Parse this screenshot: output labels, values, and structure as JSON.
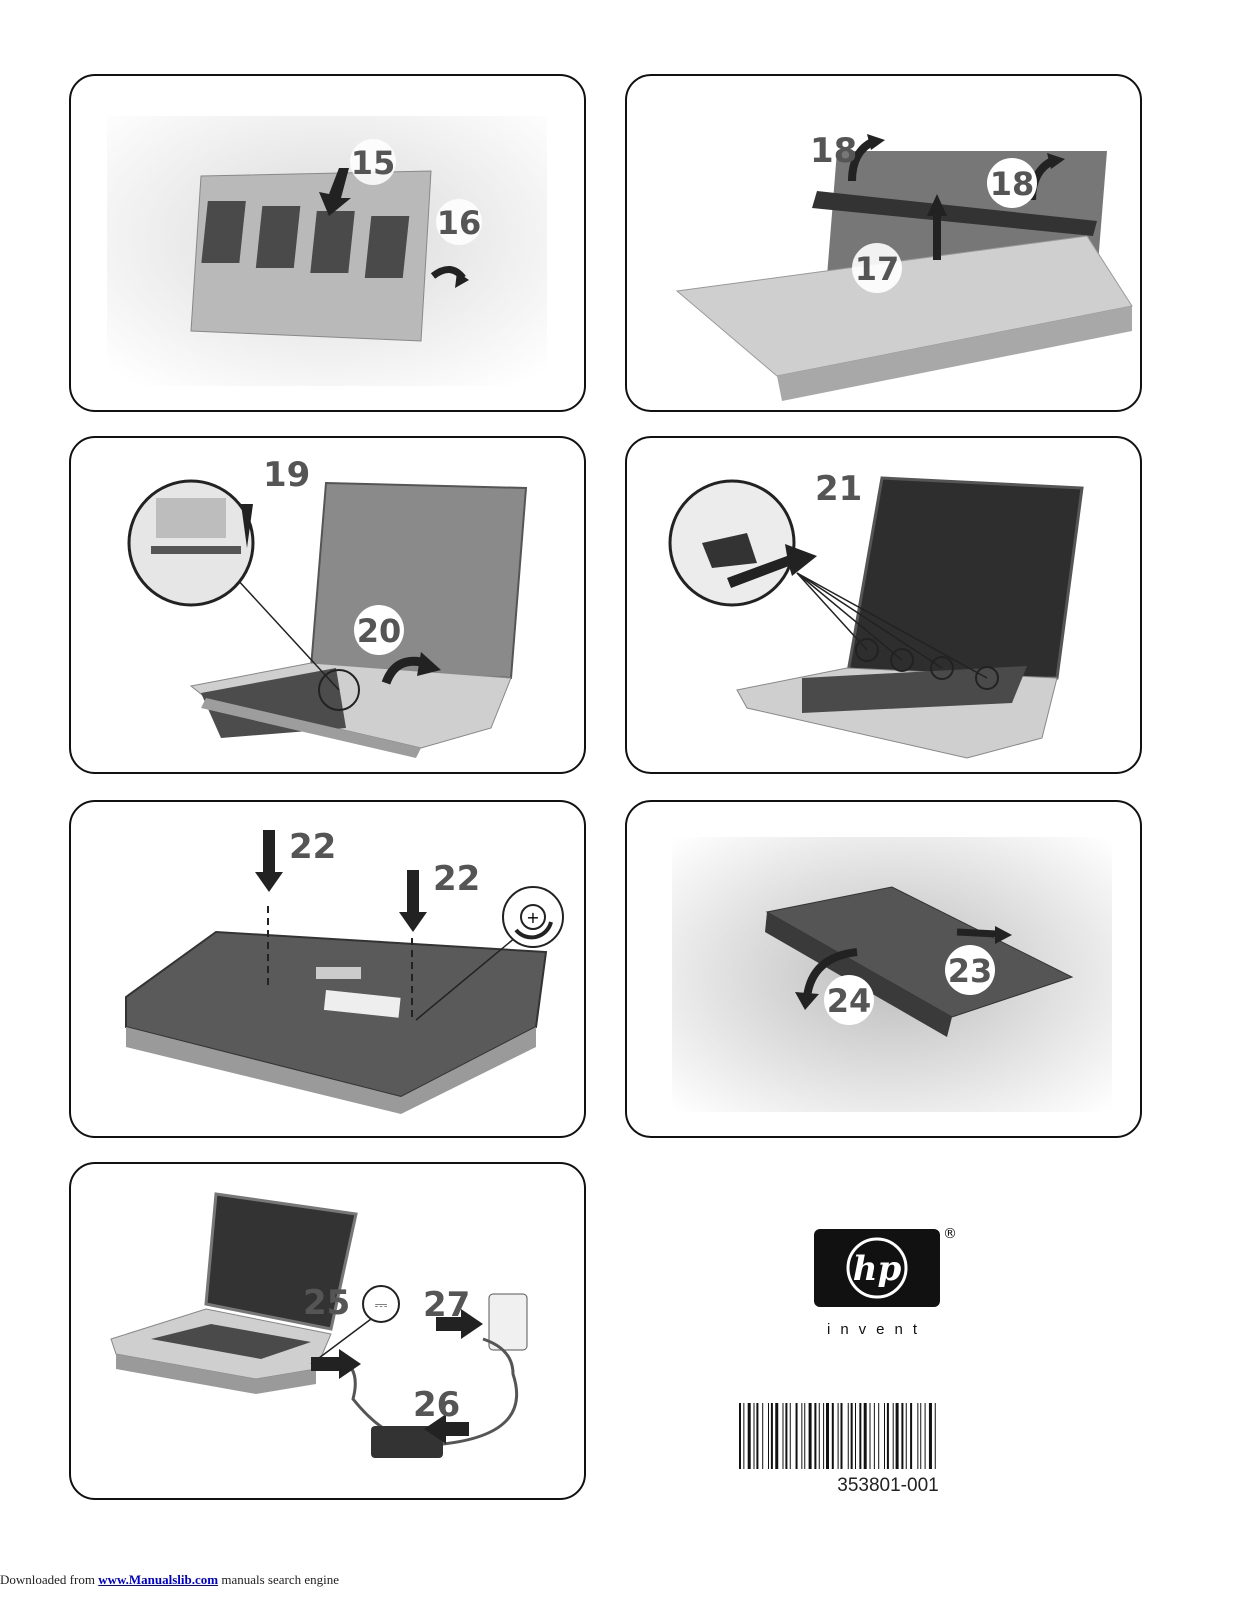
{
  "steps": {
    "s15": "15",
    "s16": "16",
    "s17": "17",
    "s18a": "18",
    "s18b": "18",
    "s19": "19",
    "s20": "20",
    "s21": "21",
    "s22a": "22",
    "s22b": "22",
    "s23": "23",
    "s24": "24",
    "s25": "25",
    "s26": "26",
    "s27": "27"
  },
  "logo": {
    "text": "hp",
    "tagline": "invent",
    "registered": "®"
  },
  "barcode": {
    "number": "353801-001"
  },
  "footer": {
    "prefix": "Downloaded from ",
    "link_text": "www.Manualslib.com",
    "suffix": " manuals search engine"
  },
  "colors": {
    "border": "#111111",
    "step_text": "#555555",
    "link": "#0000cc"
  }
}
